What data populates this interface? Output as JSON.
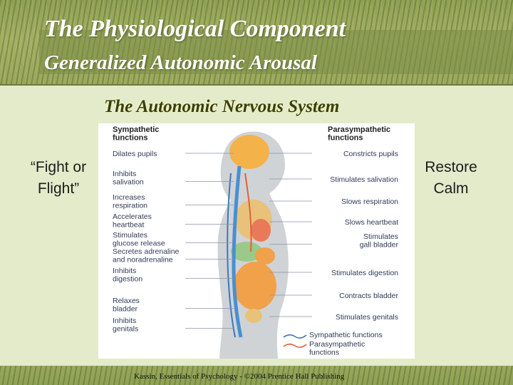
{
  "slide": {
    "title": "The Physiological Component",
    "subtitle_header": "Generalized Autonomic Arousal",
    "section_title": "The Autonomic Nervous System",
    "left_caption": "“Fight or Flight”",
    "right_caption": "Restore Calm",
    "citation": "Kassin, Essentials of Psychology - ©2004 Prentice Hall Publishing"
  },
  "figure": {
    "sympathetic_header": [
      "Sympathetic",
      "functions"
    ],
    "parasympathetic_header": [
      "Parasympathetic",
      "functions"
    ],
    "sympathetic_functions": [
      [
        "Dilates pupils"
      ],
      [
        "Inhibits",
        "salivation"
      ],
      [
        "Increases",
        "respiration"
      ],
      [
        "Accelerates",
        "heartbeat"
      ],
      [
        "Stimulates",
        "glucose release"
      ],
      [
        "Secretes adrenaline",
        "and noradrenaline"
      ],
      [
        "Inhibits",
        "digestion"
      ],
      [
        "Relaxes",
        "bladder"
      ],
      [
        "Inhibits",
        "genitals"
      ]
    ],
    "parasympathetic_functions": [
      [
        "Constricts pupils"
      ],
      [
        "Stimulates salivation"
      ],
      [
        "Slows respiration"
      ],
      [
        "Slows heartbeat"
      ],
      [
        "Stimulates",
        "gall bladder"
      ],
      [
        "Stimulates digestion"
      ],
      [
        "Contracts bladder"
      ],
      [
        "Stimulates genitals"
      ]
    ],
    "legend": [
      {
        "label": [
          "Sympathetic functions"
        ],
        "color": "#3d78b8"
      },
      {
        "label": [
          "Parasympathetic",
          "functions"
        ],
        "color": "#e0603c"
      }
    ]
  },
  "colors": {
    "body_skin": "#cfd3d6",
    "brain": "#f3b24a",
    "organs_orange": "#f0a14a",
    "organs_green": "#9ac98a",
    "heart": "#e87a5a",
    "spine": "#4a8fd0"
  }
}
